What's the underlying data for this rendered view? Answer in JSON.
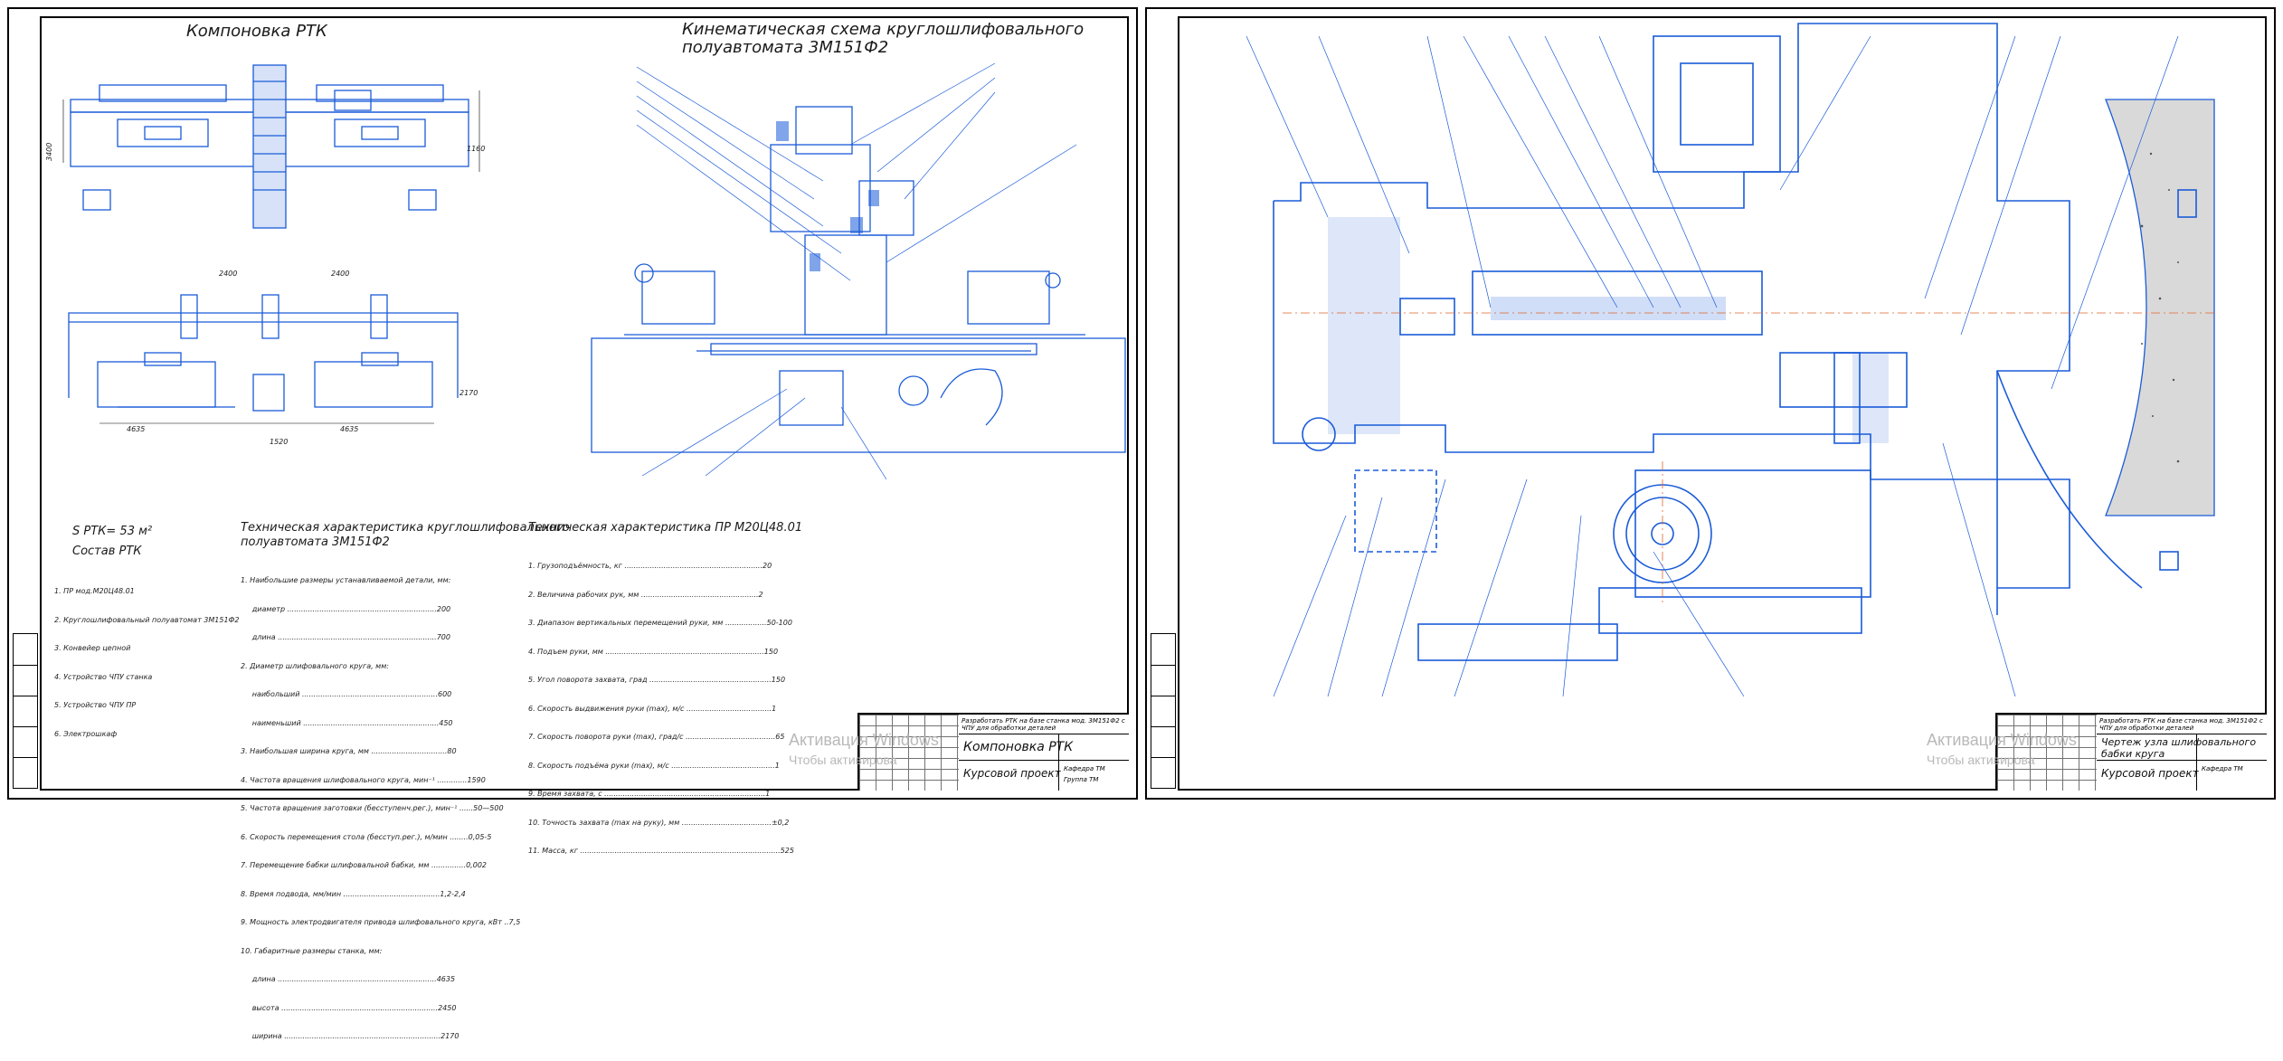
{
  "left_sheet": {
    "layout_title": "Компоновка РТК",
    "kinematic_title_line1": "Кинематическая схема круглошлифовального",
    "kinematic_title_line2": "полуавтомата 3М151Ф2",
    "area": "S РТК= 53 м²",
    "composition_title": "Состав РТК",
    "composition_items": [
      "1. ПР мод.М20Ц48.01",
      "2. Круглошлифовальный полуавтомат 3М151Ф2",
      "3. Конвейер цепной",
      "4. Устройство ЧПУ станка",
      "5. Устройство ЧПУ ПР",
      "6. Электрошкаф"
    ],
    "machine_spec_title_line1": "Техническая характеристика  круглошлифовального",
    "machine_spec_title_line2": "полуавтомата 3М151Ф2",
    "machine_spec_lines": [
      "1. Наибольшие размеры устанавливаемой детали, мм:",
      "     диаметр .................................................................200",
      "     длина .....................................................................700",
      "2. Диаметр шлифовального круга, мм:",
      "     наибольший ...........................................................600",
      "     наименьший ...........................................................450",
      "3. Наибольшая ширина круга, мм .................................80",
      "4. Частота вращения шлифовального круга, мин⁻¹ .............1590",
      "5. Частота вращения заготовки (бесступенч.рег.), мин⁻¹ ......50—500",
      "6. Скорость перемещения стола (бесступ.рег.), м/мин ........0,05-5",
      "7. Перемещение бабки шлифовальной бабки, мм ...............0,002",
      "8. Время подвода, мм/мин ..........................................1,2-2,4",
      "9. Мощность электродвигателя привода шлифовального круга, кВт ..7,5",
      "10. Габаритные размеры станка, мм:",
      "     длина .....................................................................4635",
      "     высота ....................................................................2450",
      "     ширина ....................................................................2170"
    ],
    "robot_spec_title": "Техническая характеристика ПР М20Ц48.01",
    "robot_spec_lines": [
      "1. Грузоподъёмность, кг ............................................................20",
      "2. Величина рабочих рук, мм ...................................................2",
      "3. Диапазон вертикальных перемещений руки, мм ..................50-100",
      "4. Подъем руки, мм .....................................................................150",
      "5. Угол поворота захвата, град .....................................................150",
      "6. Скорость выдвижения руки (max), м/с .....................................1",
      "7. Скорость поворота руки (max), град/с .......................................65",
      "8. Скорость подъёма руки (max), м/с .............................................1",
      "9. Время захвата, с ......................................................................1",
      "10. Точность захвата (max на руку), мм .......................................±0,2",
      "11. Масса, кг .......................................................................................525"
    ],
    "stamp_code": "Разработать РТК на базе станка мод. 3М151Ф2 с ЧПУ для обработки деталей",
    "stamp_title": "Компоновка РТК",
    "stamp_subtitle": "Курсовой проект",
    "stamp_org": "Кафедра ТМ",
    "stamp_group": "Группа ТМ",
    "dim_top": "1160",
    "dim_left": "3400",
    "dim_mid": "2400",
    "dim_mid2": "2400",
    "dim_bottom1": "4635",
    "dim_bottom2": "4635",
    "dim_bottom3": "1520",
    "dim_side": "2170"
  },
  "right_sheet": {
    "stamp_code": "Разработать РТК на базе станка мод. 3М151Ф2 с ЧПУ для обработки деталей",
    "stamp_title_line1": "Чертеж узла шлифовального",
    "stamp_title_line2": "бабки круга",
    "stamp_subtitle": "Курсовой проект",
    "stamp_org": "Кафедра ТМ"
  },
  "watermark_line1": "Активация Windows",
  "watermark_line2": "Чтобы активировать Windows, перейдите в раздел «Параметры».",
  "colors": {
    "drawing_blue": "#1a5bd8",
    "line_black": "#000000",
    "watermark_gray": "#b8b8b8"
  }
}
